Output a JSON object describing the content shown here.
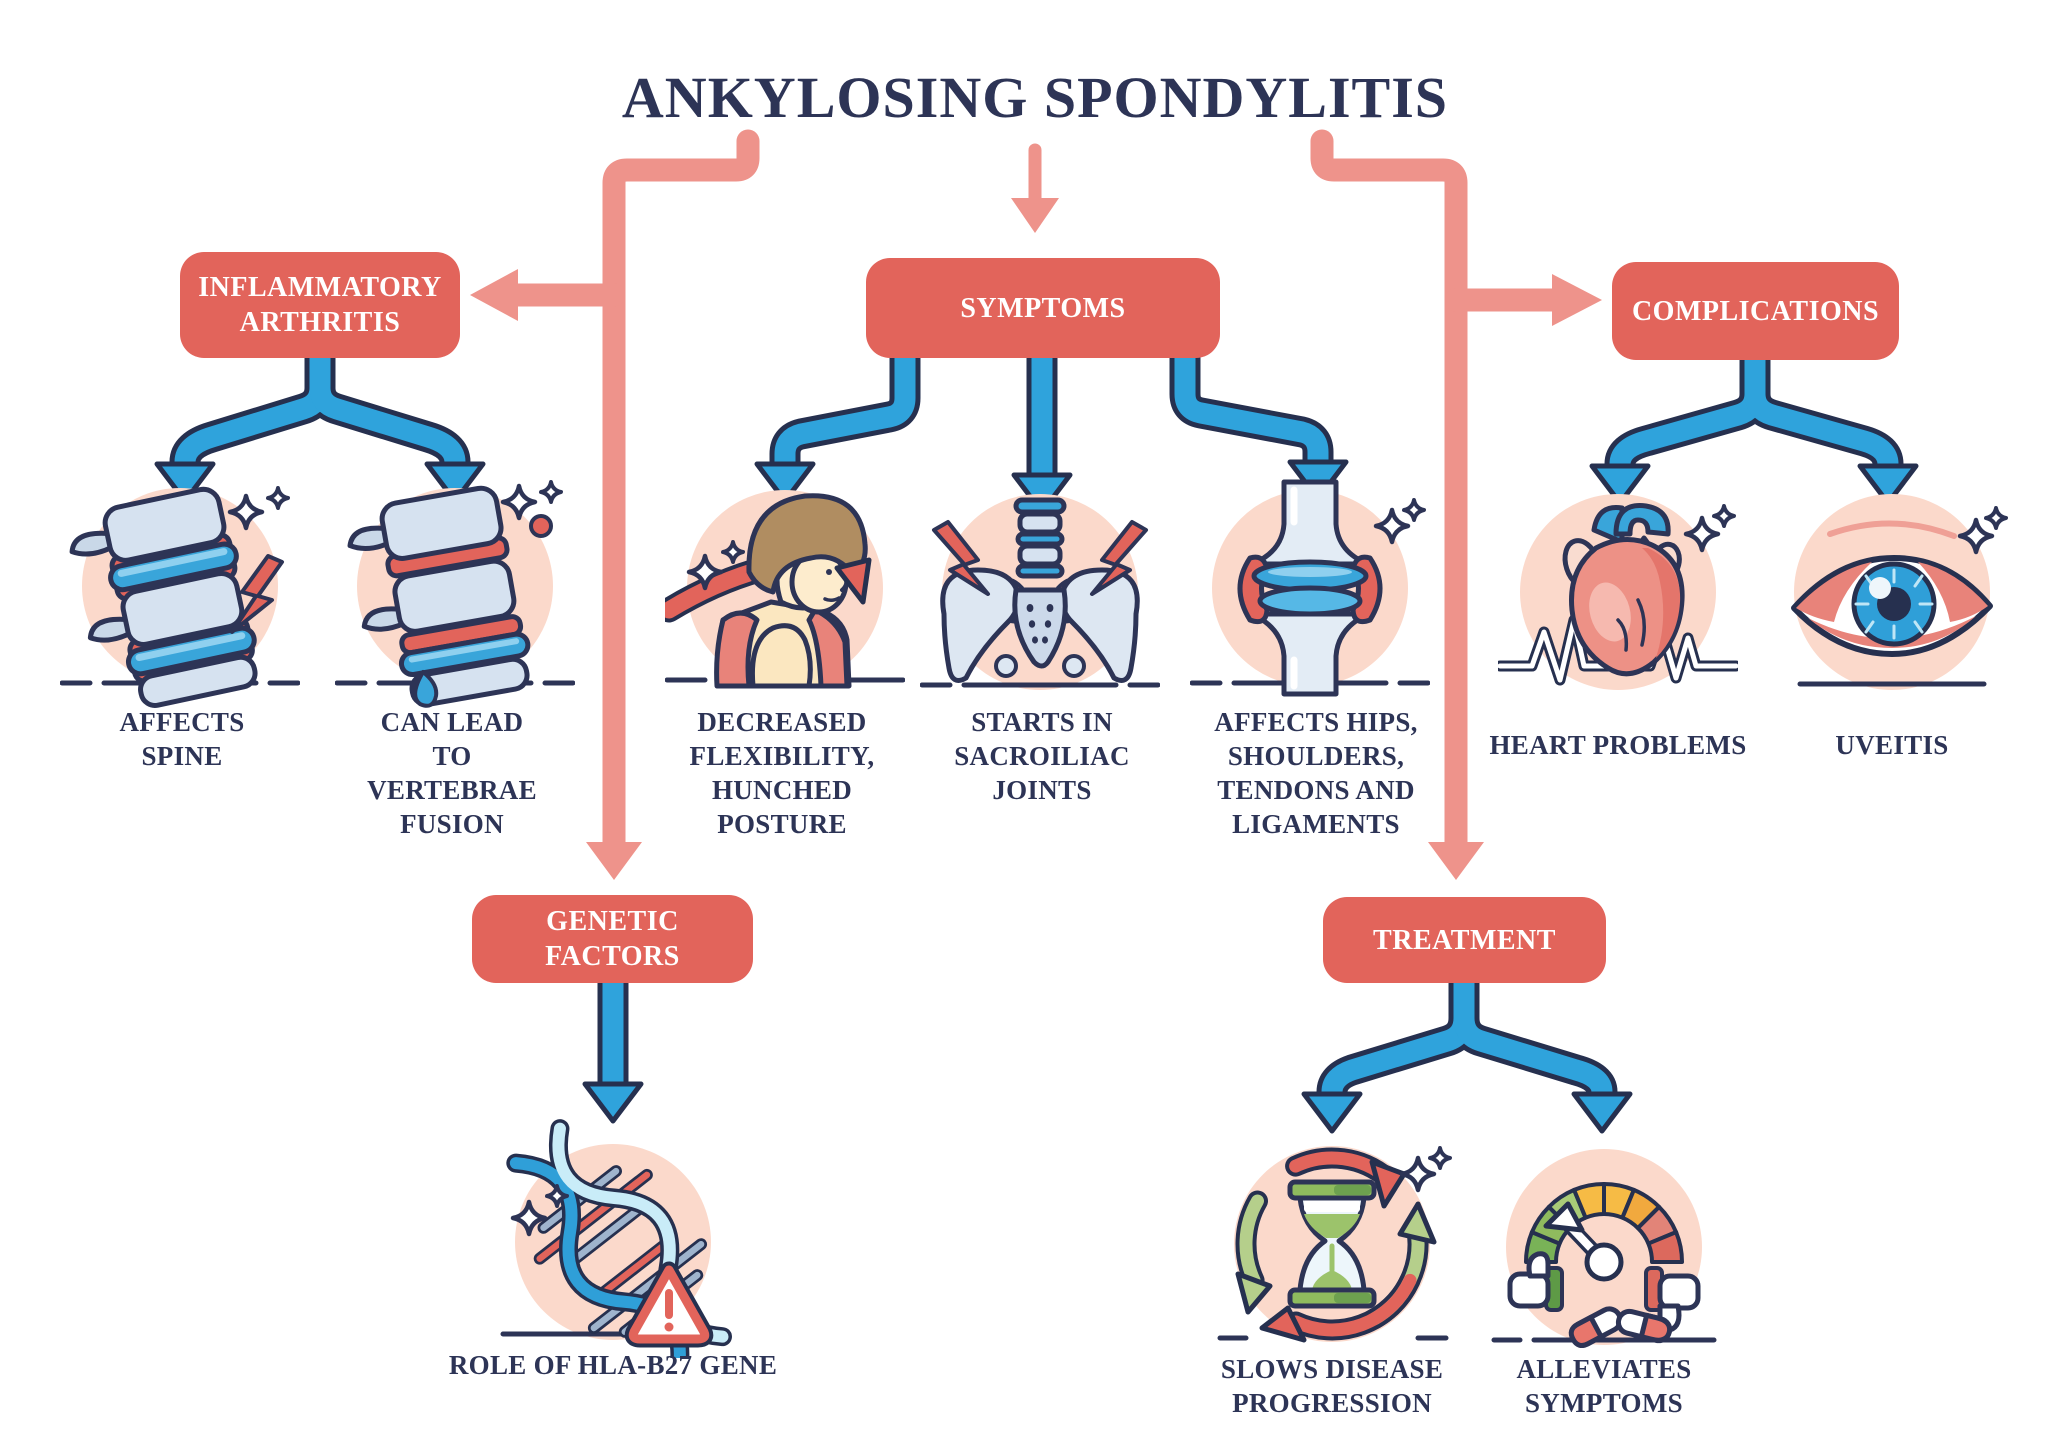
{
  "title": "ANKYLOSING SPONDYLITIS",
  "colors": {
    "navy_text": "#2d3456",
    "box_salmon": "#e2645b",
    "connector_salmon": "#ee938b",
    "arrow_blue": "#2fa3dc",
    "outline_navy": "#26304f",
    "circle_pink": "#fbd9cb",
    "bone_gray_blue": "#d6e2f0",
    "disc_blue": "#39a5da",
    "inflammation_red": "#e2645b",
    "leaf_green": "#8fbb5e",
    "gauge_yellow": "#f6bb45"
  },
  "boxes": {
    "inflammatory_arthritis": {
      "label": "INFLAMMATORY ARTHRITIS"
    },
    "symptoms": {
      "label": "SYMPTOMS"
    },
    "complications": {
      "label": "COMPLICATIONS"
    },
    "genetic_factors": {
      "label": "GENETIC FACTORS"
    },
    "treatment": {
      "label": "TREATMENT"
    }
  },
  "captions": {
    "affects_spine": "AFFECTS SPINE",
    "vertebrae_fusion": "CAN LEAD TO VERTEBRAE FUSION",
    "hunched_posture": "DECREASED FLEXIBILITY, HUNCHED POSTURE",
    "sacroiliac": "STARTS IN SACROILIAC JOINTS",
    "hips_shoulders": "AFFECTS HIPS, SHOULDERS, TENDONS AND LIGAMENTS",
    "heart_problems": "HEART PROBLEMS",
    "uveitis": "UVEITIS",
    "hla_b27": "ROLE OF HLA-B27 GENE",
    "slows_progression": "SLOWS DISEASE PROGRESSION",
    "alleviates_symptoms": "ALLEVIATES SYMPTOMS"
  },
  "icons": {
    "spine-icon": "inflamed vertebrae with lightning bolt",
    "vertebrae-fusion-icon": "fused vertebrae with red joint seams",
    "hunched-posture-icon": "hunched person with red bending arrow",
    "sacroiliac-joints-icon": "pelvis with pain lightning bolts",
    "joint-icon": "inflamed joint with blue cartilage",
    "heart-icon": "anatomical heart with EKG line",
    "eye-icon": "inflamed red eye with blue iris",
    "dna-icon": "DNA helix with warning triangle",
    "hourglass-cycle-icon": "hourglass with circular arrows",
    "gauge-icon": "severity gauge with thumbs and pills"
  }
}
